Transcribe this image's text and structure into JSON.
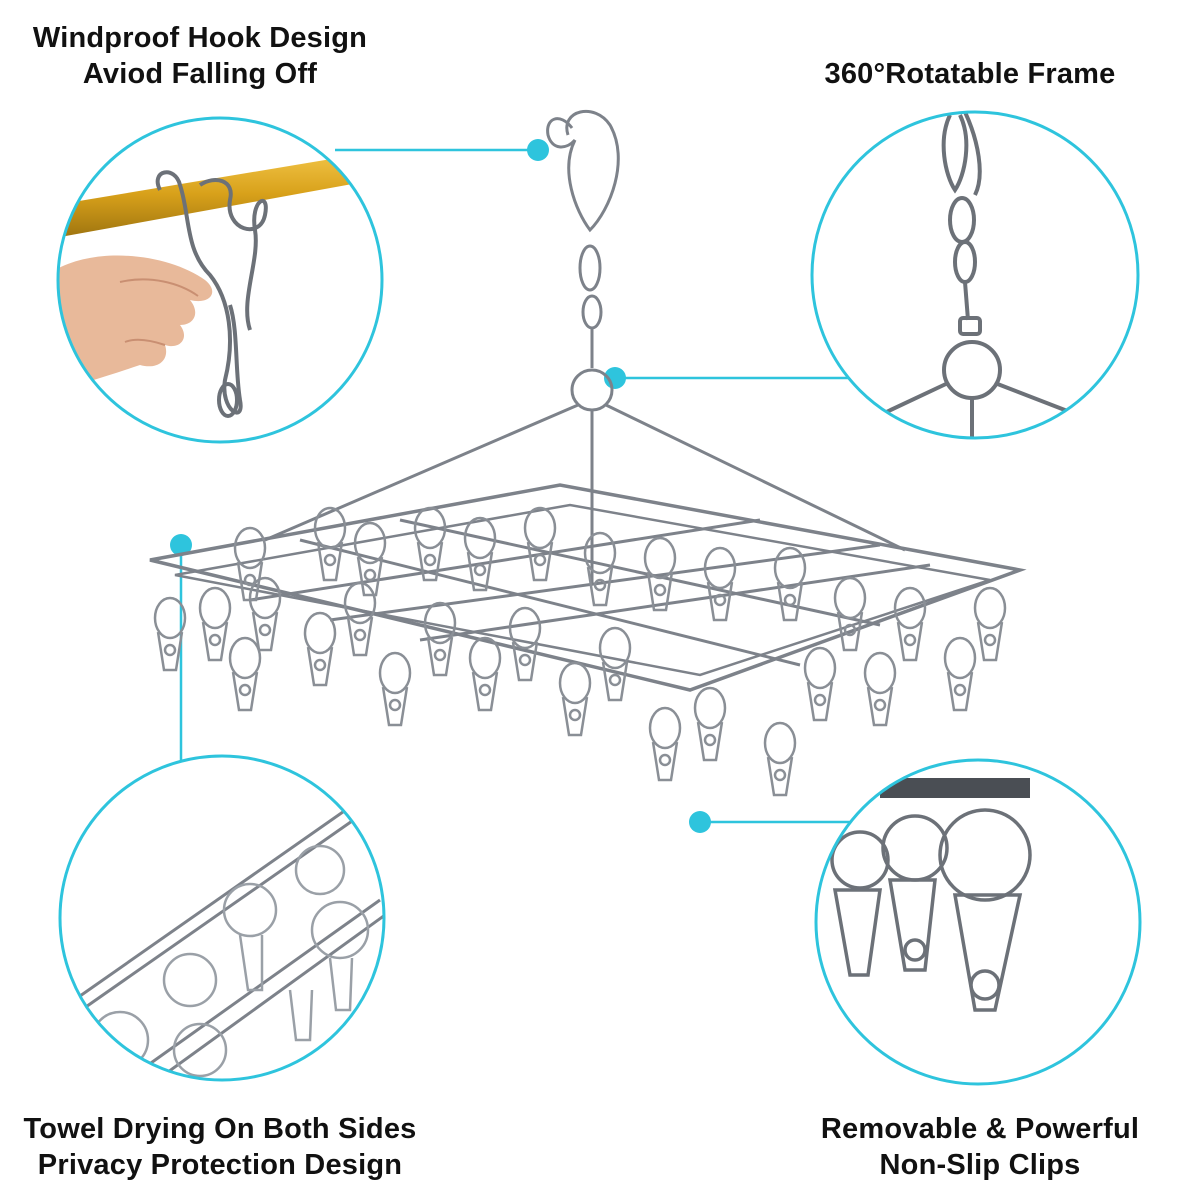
{
  "captions": {
    "hook": {
      "line1": "Windproof Hook Design",
      "line2": "Aviod Falling Off"
    },
    "rotate": {
      "line1": "360°Rotatable Frame"
    },
    "towel": {
      "line1": "Towel Drying On Both Sides",
      "line2": "Privacy Protection Design"
    },
    "clips": {
      "line1": "Removable & Powerful",
      "line2": "Non-Slip Clips"
    }
  },
  "colors": {
    "accent": "#2ec4dd",
    "steel": "#8a8f96",
    "rail_gold": "#d8a11a",
    "skin": "#e8b99a"
  },
  "icons": [
    "hanger-hook",
    "rotating-ring",
    "clothes-peg",
    "gold-rail",
    "hand"
  ]
}
